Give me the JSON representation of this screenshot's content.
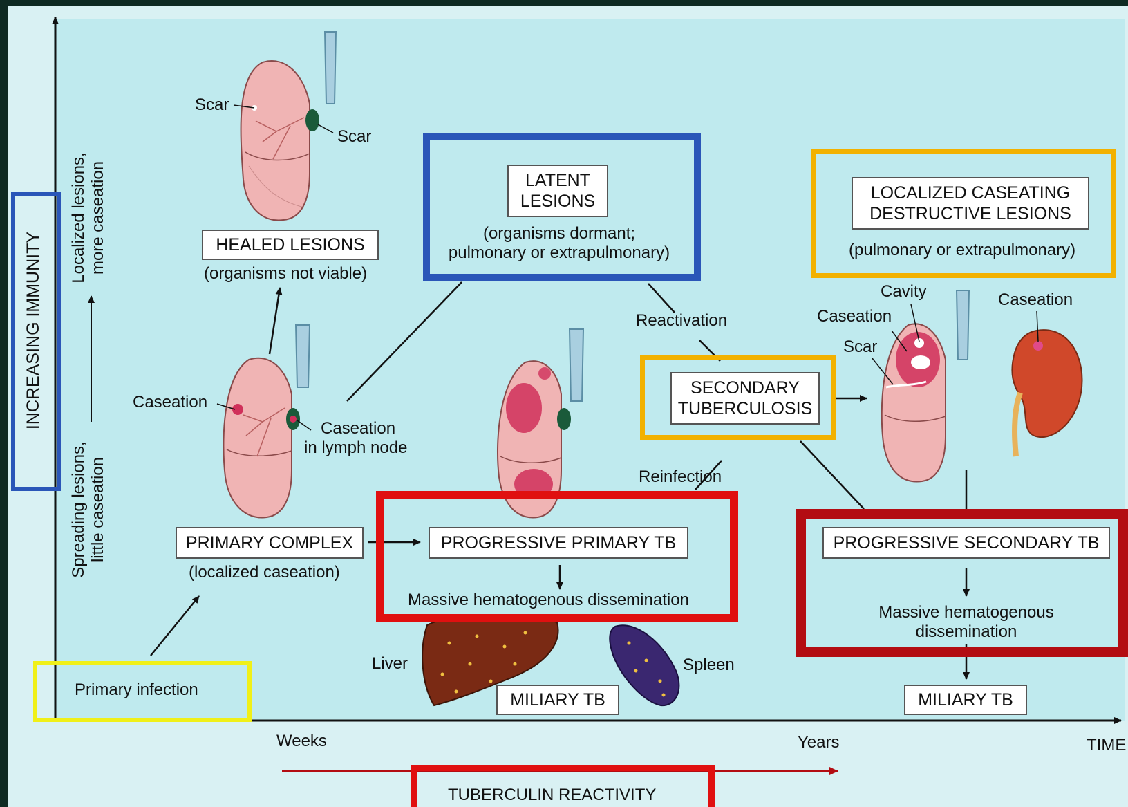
{
  "axes": {
    "vertical_label": "INCREASING IMMUNITY",
    "upper_side_label": [
      "Localized lesions,",
      "more caseation"
    ],
    "lower_side_label": [
      "Spreading lesions,",
      "little caseation"
    ],
    "time_label": "TIME",
    "weeks_label": "Weeks",
    "years_label": "Years",
    "tuberculin_label": "TUBERCULIN REACTIVITY"
  },
  "stages": {
    "primary_infection": "Primary infection",
    "primary_complex": "PRIMARY COMPLEX",
    "primary_complex_note": "(localized caseation)",
    "healed_lesions": "HEALED LESIONS",
    "healed_lesions_note": "(organisms not viable)",
    "latent_lesions": [
      "LATENT",
      "LESIONS"
    ],
    "latent_lesions_note": [
      "(organisms dormant;",
      "pulmonary or extrapulmonary)"
    ],
    "secondary_tb": [
      "SECONDARY",
      "TUBERCULOSIS"
    ],
    "localized_caseating": [
      "LOCALIZED CASEATING",
      "DESTRUCTIVE LESIONS"
    ],
    "localized_caseating_note": "(pulmonary or extrapulmonary)",
    "progressive_primary": "PROGRESSIVE PRIMARY TB",
    "progressive_primary_note": "Massive hematogenous dissemination",
    "progressive_secondary": "PROGRESSIVE SECONDARY TB",
    "progressive_secondary_note": [
      "Massive hematogenous",
      "dissemination"
    ],
    "miliary_tb_1": "MILIARY TB",
    "miliary_tb_2": "MILIARY TB"
  },
  "transitions": {
    "reactivation": "Reactivation",
    "reinfection": "Reinfection"
  },
  "anatomy_labels": {
    "scar_1": "Scar",
    "scar_2": "Scar",
    "caseation_1": "Caseation",
    "caseation_lymph": [
      "Caseation",
      "in lymph node"
    ],
    "liver": "Liver",
    "spleen": "Spleen",
    "cavity": "Cavity",
    "caseation_2": "Caseation",
    "scar_3": "Scar",
    "caseation_3": "Caseation"
  },
  "colors": {
    "background": "#bfeaee",
    "highlight_blue": "#2a56b8",
    "highlight_orange": "#f2b100",
    "highlight_red": "#e01010",
    "highlight_dark_red": "#b30d12",
    "highlight_yellow": "#f0f018",
    "lung": "#f0b4b4",
    "caseation": "#d0305a",
    "liver": "#7a2a14",
    "spleen": "#3a2770",
    "kidney": "#d0482a"
  },
  "icons": [
    "lung-icon",
    "trachea-icon",
    "liver-icon",
    "spleen-icon",
    "kidney-icon",
    "arrow-icon"
  ]
}
